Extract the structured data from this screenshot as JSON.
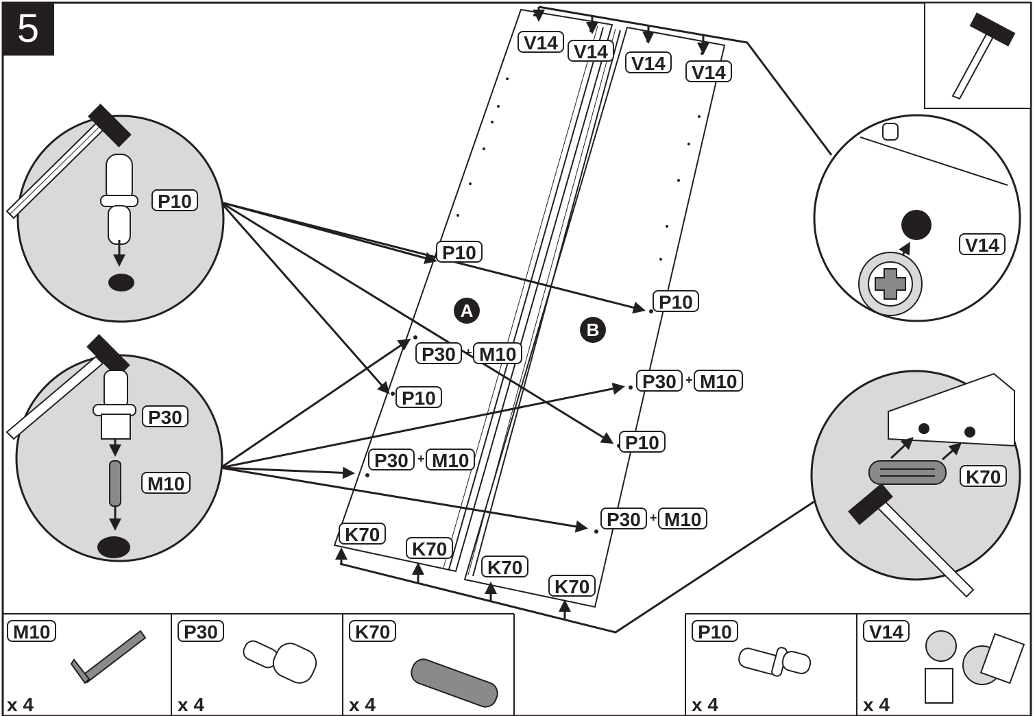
{
  "step": {
    "number": "5"
  },
  "panels": {
    "left": "A",
    "right": "B"
  },
  "callouts": {
    "v14": [
      "V14",
      "V14",
      "V14",
      "V14"
    ],
    "p10": [
      "P10",
      "P10",
      "P10",
      "P10"
    ],
    "p30_m10": [
      {
        "p": "P30",
        "m": "M10"
      },
      {
        "p": "P30",
        "m": "M10"
      },
      {
        "p": "P30",
        "m": "M10"
      },
      {
        "p": "P30",
        "m": "M10"
      }
    ],
    "k70": [
      "K70",
      "K70",
      "K70",
      "K70"
    ],
    "plus": "+"
  },
  "detail_labels": {
    "p10": "P10",
    "p30": "P30",
    "m10": "M10",
    "v14": "V14",
    "k70": "K70"
  },
  "parts": [
    {
      "code": "M10",
      "qty": "x 4",
      "icon": "dowel-pin-icon"
    },
    {
      "code": "P30",
      "qty": "x 4",
      "icon": "shelf-support-icon"
    },
    {
      "code": "K70",
      "qty": "x 4",
      "icon": "glide-strip-icon"
    },
    {
      "code": "P10",
      "qty": "x 4",
      "icon": "shelf-pin-icon"
    },
    {
      "code": "V14",
      "qty": "x 4",
      "icon": "cam-lock-icon"
    }
  ],
  "tool": {
    "icon": "hammer-icon"
  },
  "colors": {
    "ink": "#231f20",
    "detail_fill": "#d9d9d9",
    "part_gray": "#8a8a8a"
  }
}
